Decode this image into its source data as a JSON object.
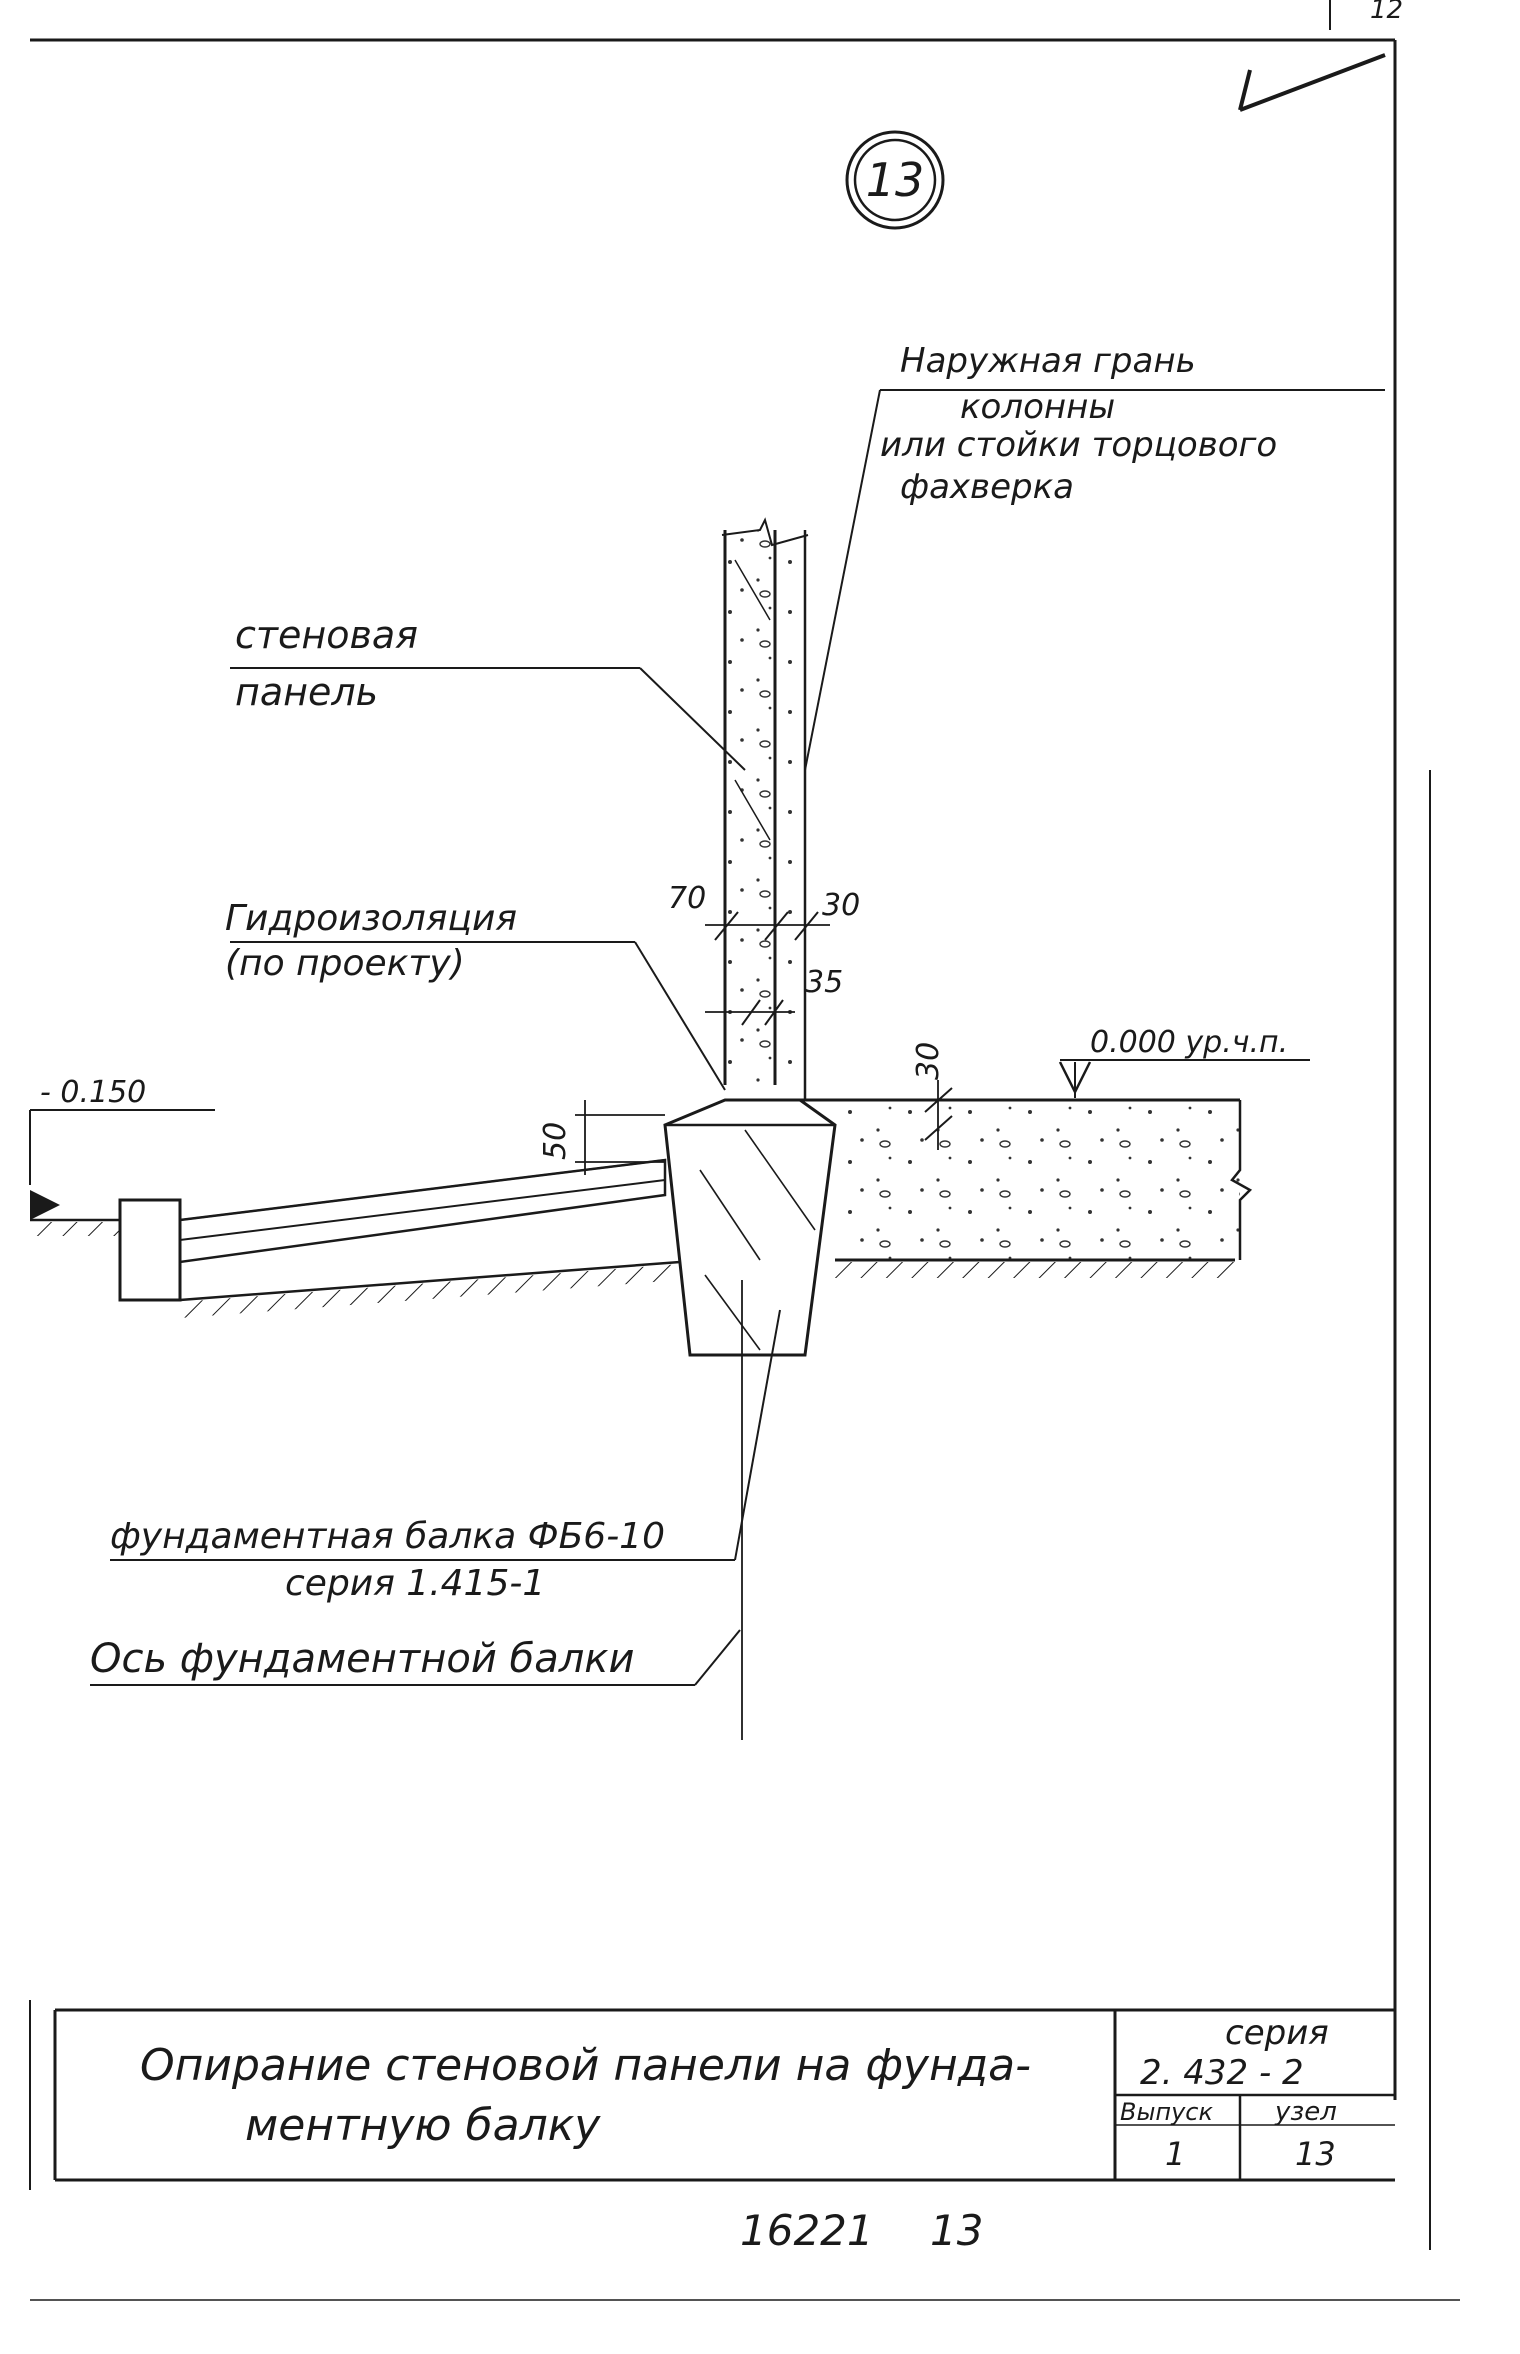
{
  "sheet_number": "12",
  "detail_number": "13",
  "labels": {
    "outer_face_line1": "Наружная грань",
    "outer_face_line2": "колонны",
    "outer_face_line3": "или стойки торцового",
    "outer_face_line4": "фахверка",
    "wall_panel_line1": "стеновая",
    "wall_panel_line2": "панель",
    "waterproofing_line1": "Гидроизоляция",
    "waterproofing_line2": "(по проекту)",
    "foundation_beam_line1": "фундаментная балка ФБ6-10",
    "foundation_beam_line2": "серия 1.415-1",
    "beam_axis": "Ось фундаментной балки"
  },
  "dimensions": {
    "d70": "70",
    "d30_panel": "30",
    "d35": "35",
    "d30_floor": "30",
    "d50": "50",
    "level_floor": "0.000 ур.ч.п.",
    "level_ground": "- 0.150"
  },
  "title_block": {
    "title_line1": "Опирание стеновой панели на фунда-",
    "title_line2": "ментную балку",
    "series_label": "серия",
    "series_value": "2. 432 - 2",
    "issue_label": "Выпуск",
    "issue_value": "1",
    "node_label": "узел",
    "node_value": "13"
  },
  "footer": {
    "archive_number": "16221",
    "page_number": "13"
  }
}
